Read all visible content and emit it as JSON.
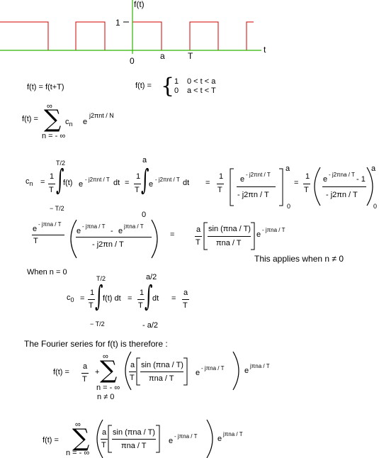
{
  "graph": {
    "y_label": "f(t)",
    "x_label": "t",
    "tick_1": "1",
    "tick_0": "0",
    "tick_a": "a",
    "tick_T": "T",
    "axis_color": "#2fb400",
    "signal_color": "#d00000"
  },
  "periodicity": "f(t) = f(t+T)",
  "piecewise": {
    "lhs": "f(t) =",
    "case1_val": "1",
    "case1_cond": "0 < t < a",
    "case2_val": "0",
    "case2_cond": "a  <  t < T"
  },
  "series_def": {
    "lhs": "f(t) =",
    "upper": "∞",
    "lower": "n = - ∞",
    "coef": "c",
    "coef_sub": "n",
    "base": "e",
    "exp": "j2πnt / N"
  },
  "cn_eq": {
    "lhs": "c",
    "lhs_sub": "n",
    "eq": "=",
    "one": "1",
    "T": "T",
    "upper1": "T/2",
    "lower1": "− T/2",
    "ft": "f(t)",
    "e": "e",
    "exp1": "- j2πnt / T",
    "dt": "dt",
    "upper2": "a",
    "lower2": "0",
    "bracket_num": "e",
    "bracket_num_exp": "- j2πnt / T",
    "bracket_den": "- j2πn / T",
    "eval_upper": "a",
    "eval_lower": "0",
    "paren_num_exp": "- j2πna / T",
    "paren_num_tail": "- 1",
    "paren_den": "- j2πn / T",
    "paren_upper": "a",
    "paren_lower": "0"
  },
  "line2": {
    "pref_num": "e",
    "pref_exp": "- jπna / T",
    "pref_den": "T",
    "num_e1": "e",
    "num_exp1": "- jπna / T",
    "num_minus": "-",
    "num_e2": "e",
    "num_exp2": "jπna / T",
    "den": "- j2πn / T",
    "eq": "=",
    "a": "a",
    "T": "T",
    "sinc_num": "sin (πna / T)",
    "sinc_den": "πna / T",
    "tail_e": "e",
    "tail_exp": "- jπna / T"
  },
  "note": "This applies when n ≠ 0",
  "n_zero": {
    "label": "When  n = 0",
    "c0": "c",
    "c0_sub": "0",
    "eq": "=",
    "one": "1",
    "T": "T",
    "upper1": "T/2",
    "lower1": "− T/2",
    "ft_dt": "f(t) dt",
    "upper2": "a/2",
    "lower2": "- a/2",
    "dt": "dt",
    "a": "a"
  },
  "conclusion": "The Fourier series for f(t) is therefore :",
  "final1": {
    "lhs": "f(t) =",
    "a": "a",
    "T": "T",
    "plus": "+",
    "upper": "∞",
    "lower": "n = - ∞",
    "lower2": "n ≠ 0",
    "sinc_num": "sin (πna / T)",
    "sinc_den": "πna / T",
    "e1": "e",
    "exp1": "- jπna / T",
    "e2": "e",
    "exp2": "jπna / T"
  },
  "final2": {
    "lhs": "f(t) =",
    "upper": "∞",
    "lower": "n = - ∞",
    "a": "a",
    "T": "T",
    "sinc_num": "sin (πna / T)",
    "sinc_den": "πna / T",
    "e1": "e",
    "exp1": "- jπna / T",
    "e2": "e",
    "exp2": "jπna / T"
  }
}
